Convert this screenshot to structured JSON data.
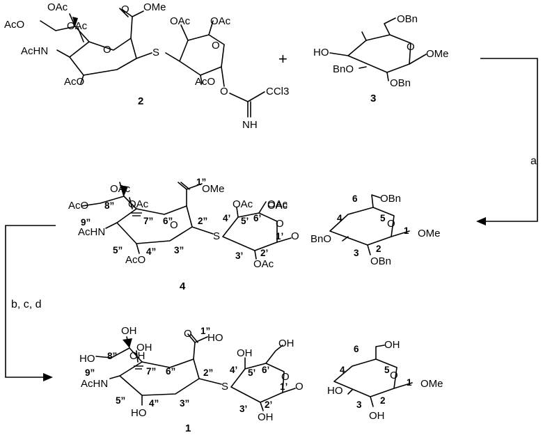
{
  "compounds": {
    "c2": {
      "number": "2",
      "labels": [
        "OAc",
        "OAc",
        "AcO",
        "OMe",
        "O",
        "OAc",
        "OAc",
        "AcHN",
        "O",
        "S",
        "O",
        "AcO",
        "AcO",
        "O",
        "CCl3",
        "NH"
      ]
    },
    "c3": {
      "number": "3",
      "labels": [
        "OBn",
        "HO",
        "O",
        "OMe",
        "BnO",
        "OBn"
      ]
    },
    "c4": {
      "number": "4",
      "labels": [
        "OAc",
        "1”",
        "OMe",
        "OAc",
        "OAc",
        "OAc",
        "6",
        "OBn",
        "AcO",
        "8”",
        "OAc",
        "O",
        "4’",
        "5’",
        "6’",
        "4",
        "5",
        "9”",
        "7”",
        "6”",
        "2”",
        "O",
        "O",
        "1",
        "OMe",
        "AcHN",
        "S",
        "1’",
        "O",
        "BnO",
        "5”",
        "3”",
        "3’",
        "2’",
        "3",
        "2",
        "AcO",
        "4”",
        "OAc",
        "OBn"
      ]
    },
    "c1": {
      "number": "1",
      "labels": [
        "OH",
        "O",
        "1”",
        "HO",
        "OH",
        "OH",
        "OH",
        "6",
        "OH",
        "8”",
        "OH",
        "HO",
        "9”",
        "7”",
        "6”",
        "2”",
        "4’",
        "5’",
        "6’",
        "O",
        "4",
        "5",
        "O",
        "1",
        "OMe",
        "AcHN",
        "S",
        "1’",
        "O",
        "HO",
        "5”",
        "4”",
        "3”",
        "3’",
        "2’",
        "3",
        "2",
        "HO",
        "OH",
        "OH"
      ]
    }
  },
  "plus_sign": "+",
  "conditions": {
    "step_a": "a",
    "step_bcd": "b, c, d"
  }
}
